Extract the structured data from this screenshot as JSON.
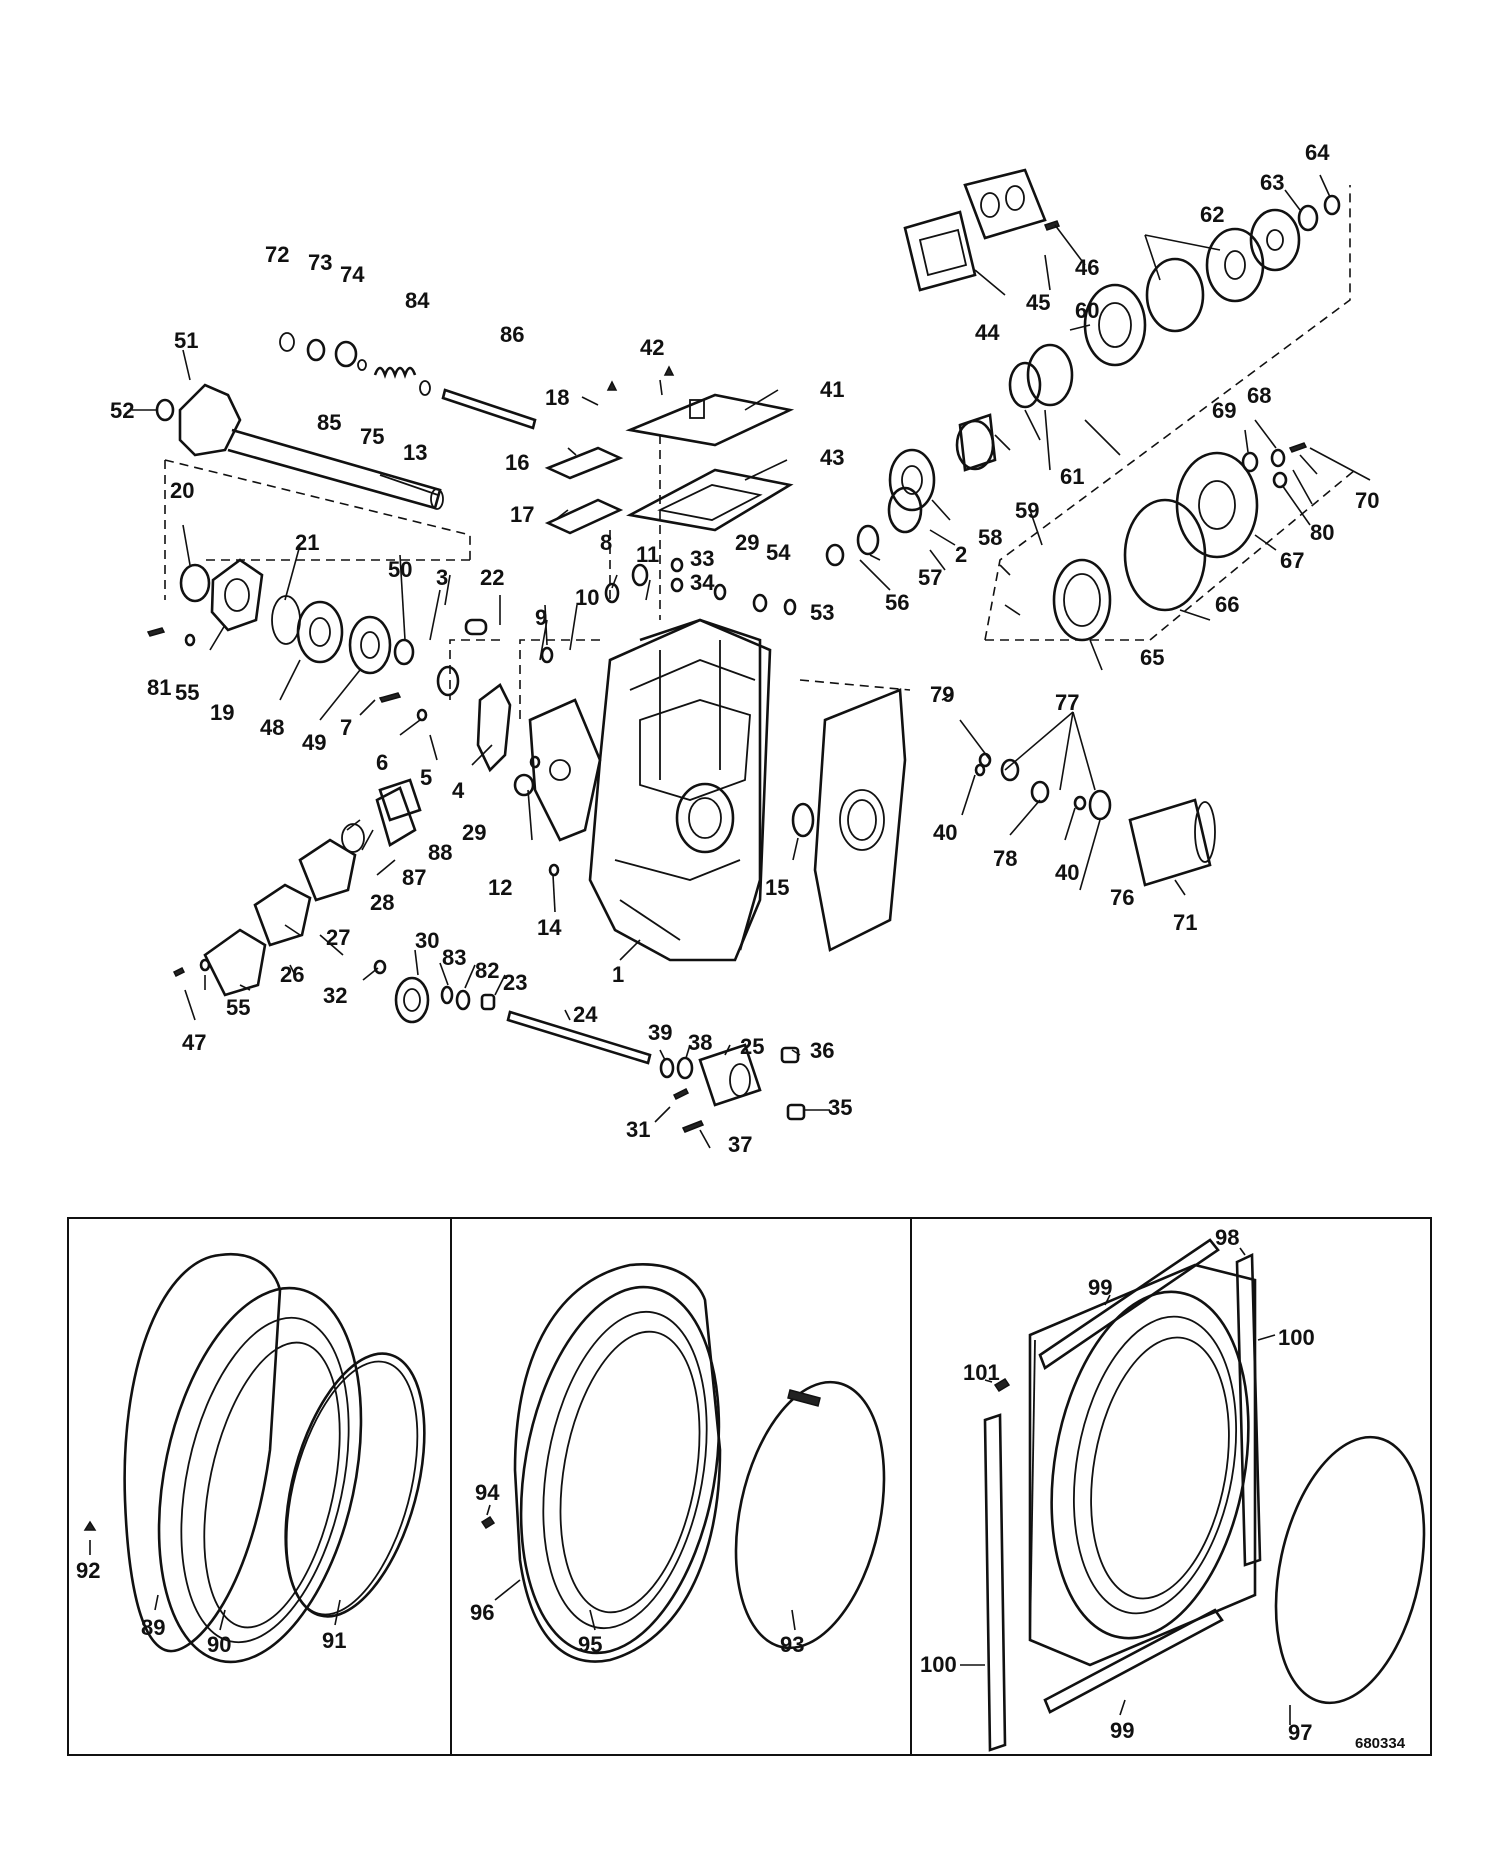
{
  "figure_number": "680334",
  "callouts": {
    "c1": "1",
    "c2": "2",
    "c3": "3",
    "c4": "4",
    "c5": "5",
    "c6": "6",
    "c7": "7",
    "c8": "8",
    "c9": "9",
    "c10": "10",
    "c11": "11",
    "c12": "12",
    "c13": "13",
    "c14": "14",
    "c15": "15",
    "c16": "16",
    "c17": "17",
    "c18": "18",
    "c19": "19",
    "c20": "20",
    "c21": "21",
    "c22": "22",
    "c23": "23",
    "c24": "24",
    "c25": "25",
    "c26": "26",
    "c27": "27",
    "c28": "28",
    "c29a": "29",
    "c29b": "29",
    "c30": "30",
    "c31": "31",
    "c32": "32",
    "c33": "33",
    "c34": "34",
    "c35": "35",
    "c36": "36",
    "c37": "37",
    "c38": "38",
    "c39": "39",
    "c40a": "40",
    "c40b": "40",
    "c41": "41",
    "c42": "42",
    "c43": "43",
    "c44": "44",
    "c45": "45",
    "c46": "46",
    "c47": "47",
    "c48": "48",
    "c49": "49",
    "c50": "50",
    "c51": "51",
    "c52": "52",
    "c53": "53",
    "c54": "54",
    "c55a": "55",
    "c55b": "55",
    "c56": "56",
    "c57": "57",
    "c58": "58",
    "c59": "59",
    "c60": "60",
    "c61": "61",
    "c62": "62",
    "c63": "63",
    "c64": "64",
    "c65": "65",
    "c66": "66",
    "c67": "67",
    "c68": "68",
    "c69": "69",
    "c70": "70",
    "c71": "71",
    "c72": "72",
    "c73": "73",
    "c74": "74",
    "c75": "75",
    "c76": "76",
    "c77": "77",
    "c78": "78",
    "c79": "79",
    "c80": "80",
    "c81": "81",
    "c82": "82",
    "c83": "83",
    "c84": "84",
    "c85": "85",
    "c86": "86",
    "c87": "87",
    "c88": "88",
    "c89": "89",
    "c90": "90",
    "c91": "91",
    "c92": "92",
    "c93": "93",
    "c94": "94",
    "c95": "95",
    "c96": "96",
    "c97": "97",
    "c98": "98",
    "c99a": "99",
    "c99b": "99",
    "c100a": "100",
    "c100b": "100",
    "c101": "101"
  }
}
